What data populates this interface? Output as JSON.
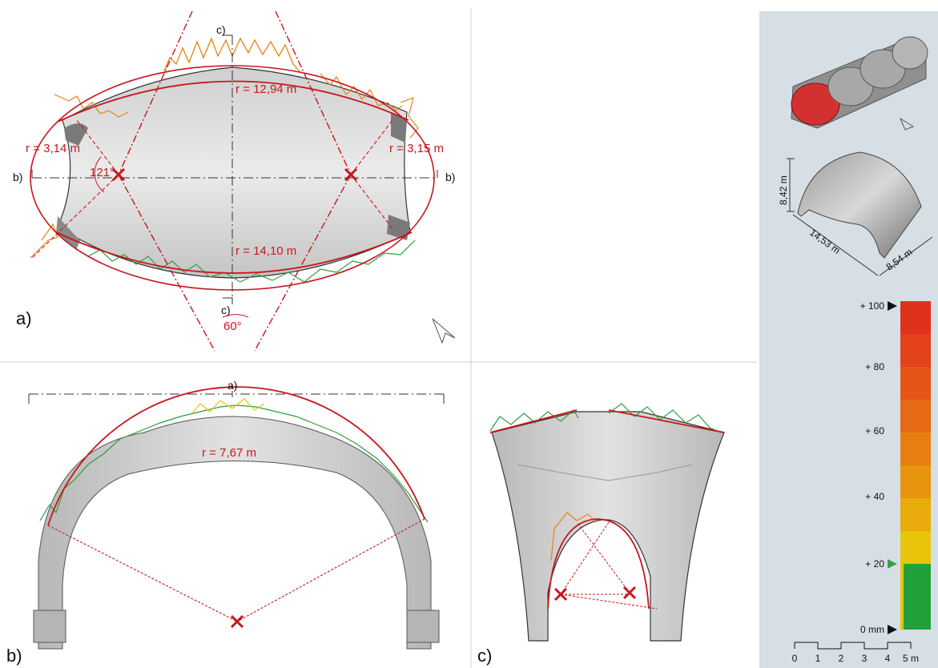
{
  "panels": {
    "a": {
      "label": "a)",
      "section_marks": {
        "b_left": "b)",
        "b_right": "b)",
        "c_top": "c)",
        "c_bottom": "c)"
      },
      "radius_labels": {
        "top": "r = 12,94 m",
        "bottom": "r = 14,10 m",
        "left": "r = 3,14 m",
        "right": "r = 3,15 m"
      },
      "angles": {
        "side": "121°",
        "bottom": "60°"
      }
    },
    "b": {
      "label": "b)",
      "section_mark": "a)",
      "radius_label": "r = 7,67 m"
    },
    "c": {
      "label": "c)"
    }
  },
  "legend": {
    "ticks": [
      "+ 100",
      "+ 80",
      "+ 60",
      "+ 40",
      "+ 20",
      "0 mm"
    ],
    "band_colors": [
      "#e0311c",
      "#e3421a",
      "#e55518",
      "#e66916",
      "#e77e12",
      "#e8940e",
      "#e9aa0c",
      "#e8c40a"
    ],
    "within_tolerance_color": "#22a03c",
    "marker_colors": {
      "top": "#111111",
      "threshold": "#3a9e45",
      "zero": "#111111"
    }
  },
  "scale_bar": {
    "labels": [
      "0",
      "1",
      "2",
      "3",
      "4",
      "5 m"
    ]
  },
  "dimensions": {
    "height": "8,42 m",
    "length": "14,53 m",
    "width": "8,54 m"
  },
  "colors": {
    "fit_line": "#c8161d",
    "deviation_high": "#e8840e",
    "deviation_mid": "#e8c40a",
    "deviation_low": "#2e9e3c",
    "background_panel": "#d5dfe5"
  }
}
